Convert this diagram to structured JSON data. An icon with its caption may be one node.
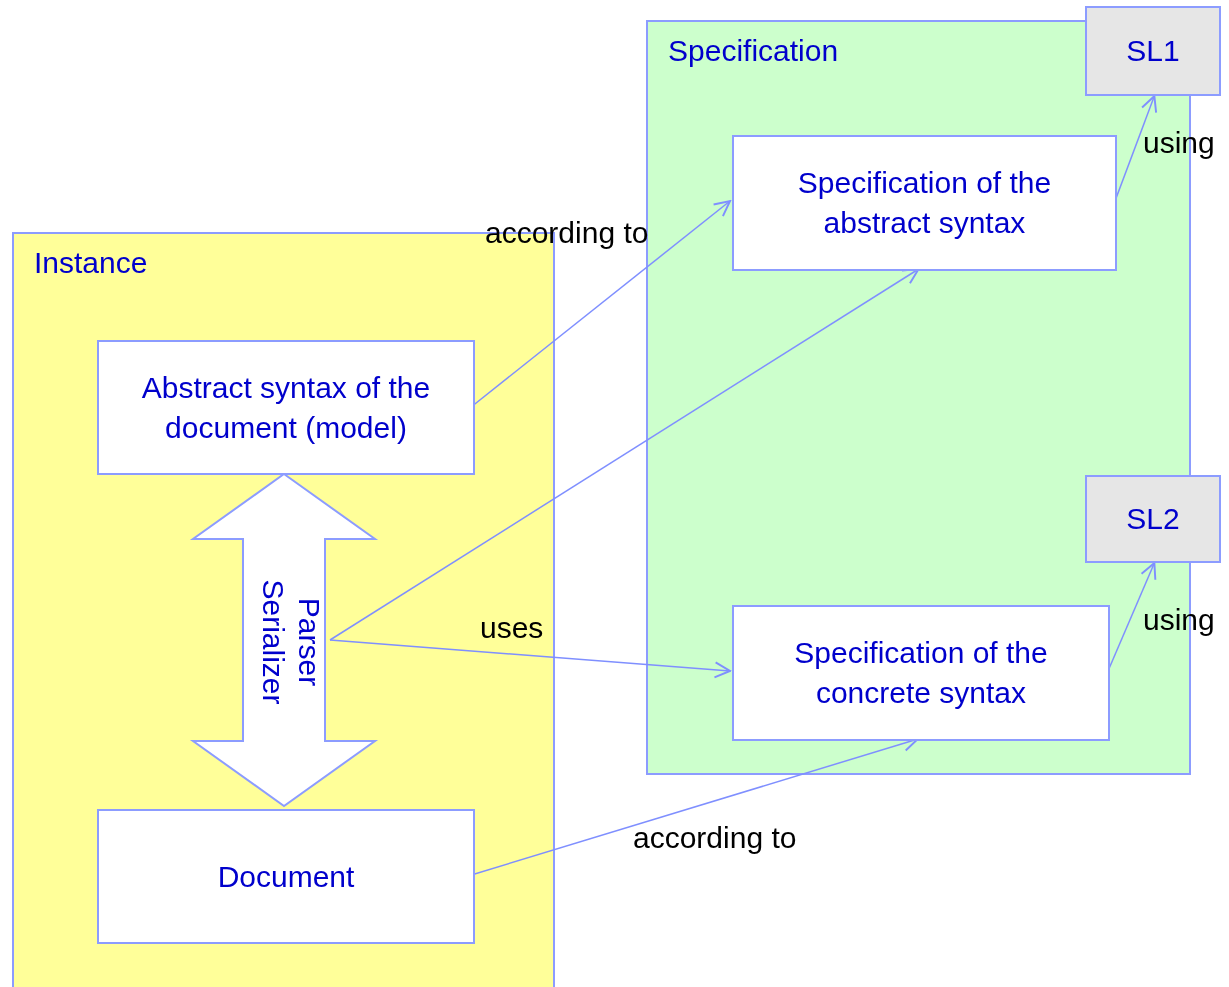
{
  "diagram": {
    "nodes": [
      {
        "text": [
          "Instance"
        ]
      },
      {
        "text": [
          "Abstract syntax of the document (model)"
        ],
        "in": 0
      },
      {
        "text": [
          "Parser",
          "Serializer"
        ],
        "in": 0
      },
      {
        "text": [
          "Document"
        ],
        "in": 0
      },
      {
        "text": [
          "Specification"
        ]
      },
      {
        "text": [
          "SL1"
        ]
      },
      {
        "text": [
          "Specification of the abstract syntax"
        ],
        "in": 4
      },
      {
        "text": [
          "SL2"
        ]
      },
      {
        "text": [
          "Specification of the concrete syntax"
        ],
        "in": 4
      }
    ],
    "edges": [
      {
        "from": 1,
        "to": 6,
        "arrow": "to",
        "label": "according to"
      },
      {
        "from": 2,
        "to": 6,
        "arrow": "to"
      },
      {
        "from": 2,
        "to": 8,
        "arrow": "to",
        "label": "uses"
      },
      {
        "from": 3,
        "to": 8,
        "arrow": "to",
        "label": "according to"
      },
      {
        "from": 6,
        "to": 5,
        "arrow": "to",
        "label": "using"
      },
      {
        "from": 8,
        "to": 7,
        "arrow": "to",
        "label": "using"
      },
      {
        "from": 1,
        "to": 3,
        "arrow": "both",
        "style": "thick"
      }
    ]
  }
}
